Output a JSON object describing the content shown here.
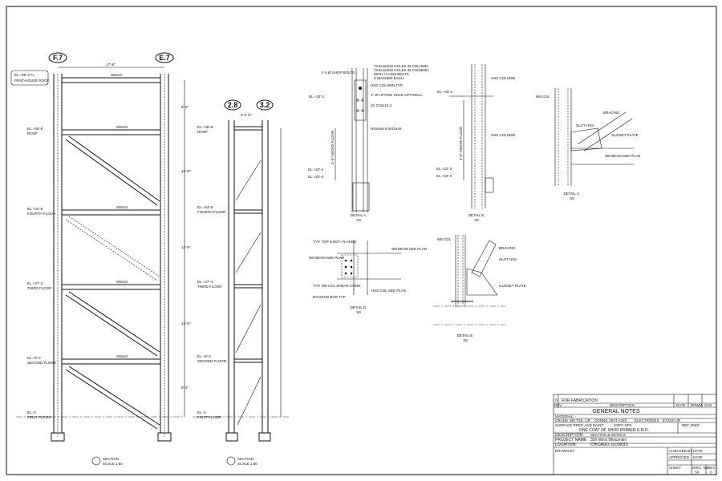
{
  "section1": {
    "grid_left": "F.7",
    "grid_right": "E.7",
    "span_dim": "17'-6\"",
    "levels": [
      {
        "elev": "EL.+58'-2 ¾",
        "name": "PENT-HOUSE ROOF"
      },
      {
        "elev": "EL.+48'-8",
        "name": "ROOF"
      },
      {
        "elev": "EL.+34'-8",
        "name": "FOURTH FLOOR"
      },
      {
        "elev": "EL.+27'-4",
        "name": "THIRD FLOOR"
      },
      {
        "elev": "EL.+8'-4",
        "name": "SECOND FLOOR"
      },
      {
        "elev": "EL.-0",
        "name": "FIRST FLOOR"
      }
    ],
    "beam_label": "W8x10",
    "story_dims": [
      "9'-0\"",
      "12'-8\"",
      "12'-8\"",
      "12'-8\"",
      "8'-4\""
    ],
    "title": "SECTION",
    "scale": "SCALE 1:60"
  },
  "section2": {
    "grid_left": "2.8",
    "grid_right": "3.2",
    "span_dim": "4'-0 ⅝\"",
    "levels": [
      {
        "elev": "EL.+48'-8",
        "name": "ROOF"
      },
      {
        "elev": "EL.+34'-8",
        "name": "FOURTH FLOOR"
      },
      {
        "elev": "EL.+27'-4",
        "name": "THIRD FLOOR"
      },
      {
        "elev": "EL.+8'-4",
        "name": "SECOND FLOOR"
      },
      {
        "elev": "EL.-0",
        "name": "FIRST FLOOR"
      }
    ],
    "title": "SECTION",
    "scale": "SCALE 1:60"
  },
  "details": {
    "a": {
      "title": "DETAIL A.",
      "sheet": "S9",
      "notes": [
        "TS4x4x3/16 HOLES IN COLUMN",
        "TS4x4x3/16 HOLES IN CHANNEL",
        "WITH ¾ A325 BOLTS",
        "2 WASHER EACH",
        "HSS COLUMN TYP.",
        "1-¾ Ø SHOP BOLTS",
        "1\" Ø LIFTING HOLE OPTIONAL",
        "(2) C10x15.3",
        "HSS6x6 & W10x49"
      ],
      "elev1": "EL.+33'-2",
      "elev2": "EL.+22'-2",
      "elev3": "EL.+22'-0",
      "dim": "4'-6\" ABOVE FLOOR"
    },
    "b": {
      "title": "DETAIL B.",
      "sheet": "S9",
      "notes": [
        "HSS COLUMN",
        "HSS COLUMN"
      ],
      "elev1": "EL.+33'-2",
      "elev2": "EL.+22'-2",
      "elev3": "EL.+22'-0",
      "dim": "4'-6\" ABOVE FLOOR"
    },
    "c": {
      "title": "DETAIL C.",
      "sheet": "S9",
      "notes": [
        "W8 COL",
        "BRACING",
        "SLOT HSS",
        "GUSSET PLATE",
        "W8 BEAM SEE PLAN"
      ]
    },
    "d": {
      "title": "DETAIL D.",
      "sheet": "S9",
      "notes": [
        "TYP. TOP & BOT. FLANGE",
        "W8 BEAM SEE PLAN",
        "W8 BEAM SEE PLAN",
        "TYP. W8-COL SHEAR CONN.",
        "BACKING BAR TYP.",
        "HSS COL SEE PLAN"
      ]
    },
    "e": {
      "title": "DETAIL E.",
      "sheet": "S9",
      "notes": [
        "W8 COL",
        "BRACING",
        "SLOT HSS",
        "GUSSET PLATE"
      ]
    }
  },
  "title_block": {
    "rev_no": "0",
    "rev_desc": "FOR FABRICATION",
    "headers": [
      "REV.",
      "DESCRIPTION",
      "DATE",
      "DRWN",
      "CHK"
    ],
    "title": "GENERAL NOTES",
    "material": "MATERIAL: -",
    "row_labels": [
      "GRADE",
      "W8 TSK, L/R",
      "CONNS.",
      "A574 A325",
      "ELECTRODES",
      "E70XX L/R"
    ],
    "surface_prep": "SSPC-SP3",
    "paint": "ONE COAT OF SHOP PRIMER U.N.O.",
    "ref_dwg": "REF. DWG.",
    "surface_label": "SURFACE PREP. AND PAINT:",
    "description_label": "DESCRIPTION:",
    "description": "SECTION & DETAILS",
    "project_label": "PROJECT NAME:",
    "project": "326 West Wisconsin",
    "location_label": "LOCATION:",
    "location": "CHICAGO, ILLINOIS",
    "drawn_label": "DRAWN BY",
    "right_labels": [
      "CHECKED BY",
      "APPROVED",
      "DATE",
      "DATE",
      "SHEET",
      "DWG. NO.",
      "S9",
      "REV.",
      "0"
    ]
  }
}
